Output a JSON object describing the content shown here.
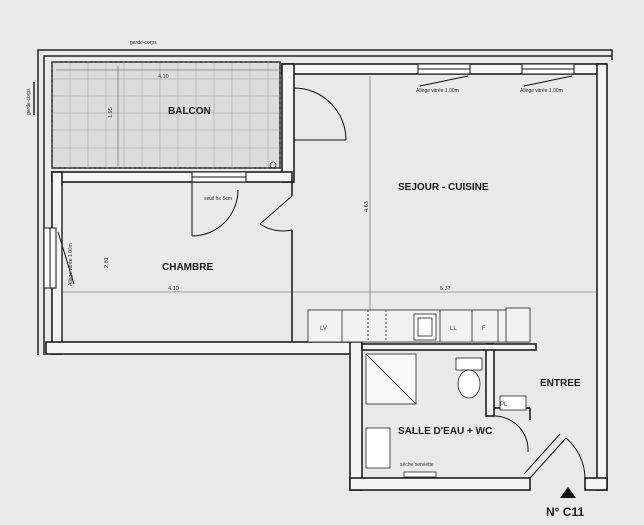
{
  "plan": {
    "top_note": "garde-corps",
    "left_note": "garde-corps",
    "rooms": {
      "balcon": "BALCON",
      "sejour": "SEJOUR - CUISINE",
      "chambre": "CHAMBRE",
      "entree": "ENTREE",
      "salle": "SALLE D'EAU + WC"
    },
    "dimensions": {
      "balcon_width": "4.10",
      "balcon_depth": "1.95",
      "sejour_height": "4.63",
      "chambre_height": "2.81",
      "chambre_width": "4.10",
      "sejour_width": "5.37"
    },
    "notes": {
      "allege1": "Allège vitrée 1.00m",
      "allege2": "Allège vitrée 1.00m",
      "allege_left": "Allège vitrée 1.00m",
      "seuil": "seuil h≤ 5cm",
      "seche": "sèche serviette"
    },
    "fixtures": {
      "lv": "LV",
      "ll": "LL",
      "f": "F",
      "pl": "PL"
    },
    "unit_number": "N° C11"
  }
}
